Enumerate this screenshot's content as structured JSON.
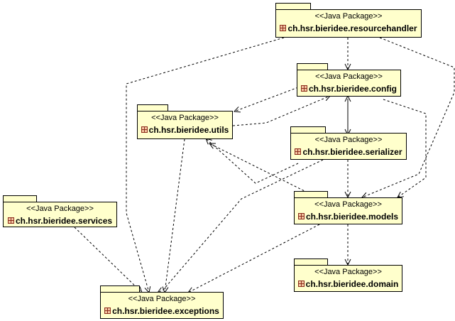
{
  "stereotype": "<<Java Package>>",
  "packages": {
    "resourcehandler": {
      "name": "ch.hsr.bieridee.resourcehandler",
      "icon": "java-package-icon"
    },
    "config": {
      "name": "ch.hsr.bieridee.config",
      "icon": "java-package-icon"
    },
    "utils": {
      "name": "ch.hsr.bieridee.utils",
      "icon": "java-package-icon"
    },
    "serializer": {
      "name": "ch.hsr.bieridee.serializer",
      "icon": "java-package-icon"
    },
    "services": {
      "name": "ch.hsr.bieridee.services",
      "icon": "java-package-icon"
    },
    "models": {
      "name": "ch.hsr.bieridee.models",
      "icon": "java-package-icon"
    },
    "domain": {
      "name": "ch.hsr.bieridee.domain",
      "icon": "java-package-icon"
    },
    "exceptions": {
      "name": "ch.hsr.bieridee.exceptions",
      "icon": "java-package-icon"
    }
  },
  "dependencies": [
    {
      "from": "resourcehandler",
      "to": "config"
    },
    {
      "from": "resourcehandler",
      "to": "models"
    },
    {
      "from": "resourcehandler",
      "to": "exceptions"
    },
    {
      "from": "config",
      "to": "utils"
    },
    {
      "from": "config",
      "to": "serializer"
    },
    {
      "from": "config",
      "to": "models"
    },
    {
      "from": "utils",
      "to": "config"
    },
    {
      "from": "utils",
      "to": "exceptions"
    },
    {
      "from": "serializer",
      "to": "config"
    },
    {
      "from": "serializer",
      "to": "models"
    },
    {
      "from": "serializer",
      "to": "utils"
    },
    {
      "from": "serializer",
      "to": "exceptions"
    },
    {
      "from": "models",
      "to": "utils"
    },
    {
      "from": "models",
      "to": "domain"
    },
    {
      "from": "models",
      "to": "exceptions"
    },
    {
      "from": "services",
      "to": "exceptions"
    }
  ],
  "colors": {
    "package_fill": "#ffffcc",
    "border": "#000000",
    "icon": "#8b2b1a"
  }
}
